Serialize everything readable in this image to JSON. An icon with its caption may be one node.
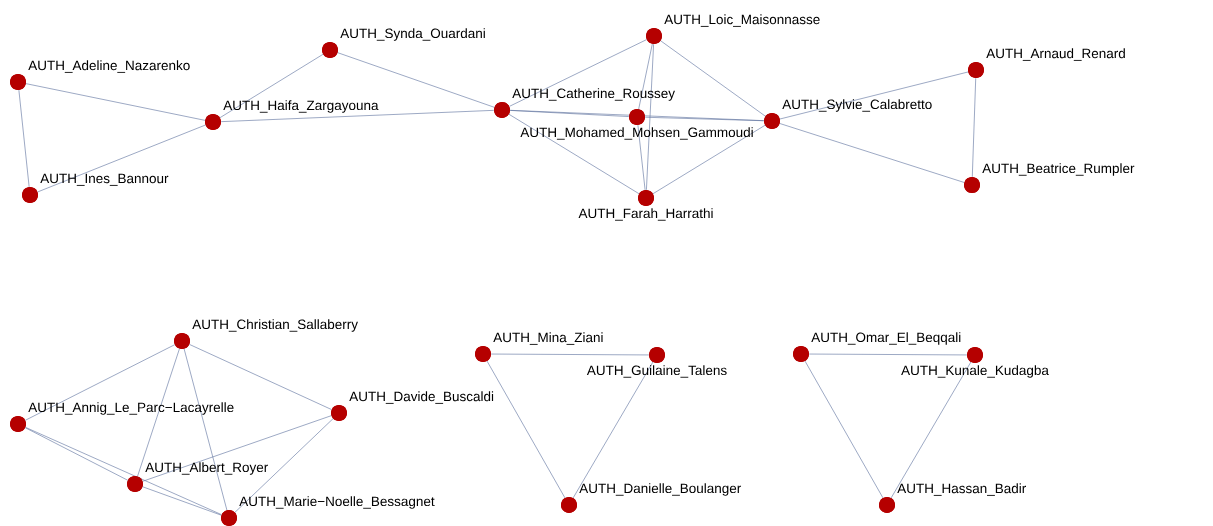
{
  "diagram": {
    "nodes": [
      {
        "text": [
          "AUTH_Adeline_Nazarenko"
        ]
      },
      {
        "text": [
          "AUTH_Ines_Bannour"
        ]
      },
      {
        "text": [
          "AUTH_Haifa_Zargayouna"
        ]
      },
      {
        "text": [
          "AUTH_Synda_Ouardani"
        ]
      },
      {
        "text": [
          "AUTH_Catherine_Roussey"
        ]
      },
      {
        "text": [
          "AUTH_Loic_Maisonnasse"
        ]
      },
      {
        "text": [
          "AUTH_Mohamed_Mohsen_Gammoudi"
        ]
      },
      {
        "text": [
          "AUTH_Sylvie_Calabretto"
        ]
      },
      {
        "text": [
          "AUTH_Arnaud_Renard"
        ]
      },
      {
        "text": [
          "AUTH_Beatrice_Rumpler"
        ]
      },
      {
        "text": [
          "AUTH_Farah_Harrathi"
        ]
      },
      {
        "text": [
          "AUTH_Christian_Sallaberry"
        ]
      },
      {
        "text": [
          "AUTH_Annig_Le_Parc−Lacayrelle"
        ]
      },
      {
        "text": [
          "AUTH_Davide_Buscaldi"
        ]
      },
      {
        "text": [
          "AUTH_Albert_Royer"
        ]
      },
      {
        "text": [
          "AUTH_Marie−Noelle_Bessagnet"
        ]
      },
      {
        "text": [
          "AUTH_Mina_Ziani"
        ]
      },
      {
        "text": [
          "AUTH_Guilaine_Talens"
        ]
      },
      {
        "text": [
          "AUTH_Danielle_Boulanger"
        ]
      },
      {
        "text": [
          "AUTH_Omar_El_Beqqali"
        ]
      },
      {
        "text": [
          "AUTH_Kunale_Kudagba"
        ]
      },
      {
        "text": [
          "AUTH_Hassan_Badir"
        ]
      }
    ],
    "edges": [
      {
        "from": 0,
        "to": 2,
        "arrow": "none"
      },
      {
        "from": 0,
        "to": 1,
        "arrow": "none"
      },
      {
        "from": 1,
        "to": 2,
        "arrow": "none"
      },
      {
        "from": 2,
        "to": 3,
        "arrow": "none"
      },
      {
        "from": 3,
        "to": 4,
        "arrow": "none"
      },
      {
        "from": 2,
        "to": 4,
        "arrow": "none"
      },
      {
        "from": 4,
        "to": 5,
        "arrow": "none"
      },
      {
        "from": 4,
        "to": 6,
        "arrow": "none"
      },
      {
        "from": 4,
        "to": 7,
        "arrow": "none"
      },
      {
        "from": 4,
        "to": 10,
        "arrow": "none"
      },
      {
        "from": 5,
        "to": 6,
        "arrow": "none"
      },
      {
        "from": 5,
        "to": 10,
        "arrow": "none"
      },
      {
        "from": 5,
        "to": 7,
        "arrow": "none"
      },
      {
        "from": 6,
        "to": 7,
        "arrow": "none"
      },
      {
        "from": 6,
        "to": 10,
        "arrow": "none"
      },
      {
        "from": 7,
        "to": 10,
        "arrow": "none"
      },
      {
        "from": 7,
        "to": 8,
        "arrow": "none"
      },
      {
        "from": 7,
        "to": 9,
        "arrow": "none"
      },
      {
        "from": 8,
        "to": 9,
        "arrow": "none"
      },
      {
        "from": 11,
        "to": 12,
        "arrow": "none"
      },
      {
        "from": 11,
        "to": 14,
        "arrow": "none"
      },
      {
        "from": 11,
        "to": 15,
        "arrow": "none"
      },
      {
        "from": 11,
        "to": 13,
        "arrow": "none"
      },
      {
        "from": 12,
        "to": 14,
        "arrow": "none"
      },
      {
        "from": 12,
        "to": 15,
        "arrow": "none"
      },
      {
        "from": 14,
        "to": 15,
        "arrow": "none"
      },
      {
        "from": 13,
        "to": 14,
        "arrow": "none"
      },
      {
        "from": 13,
        "to": 15,
        "arrow": "none"
      },
      {
        "from": 16,
        "to": 17,
        "arrow": "none"
      },
      {
        "from": 16,
        "to": 18,
        "arrow": "none"
      },
      {
        "from": 17,
        "to": 18,
        "arrow": "none"
      },
      {
        "from": 19,
        "to": 20,
        "arrow": "none"
      },
      {
        "from": 19,
        "to": 21,
        "arrow": "none"
      },
      {
        "from": 20,
        "to": 21,
        "arrow": "none"
      }
    ]
  }
}
